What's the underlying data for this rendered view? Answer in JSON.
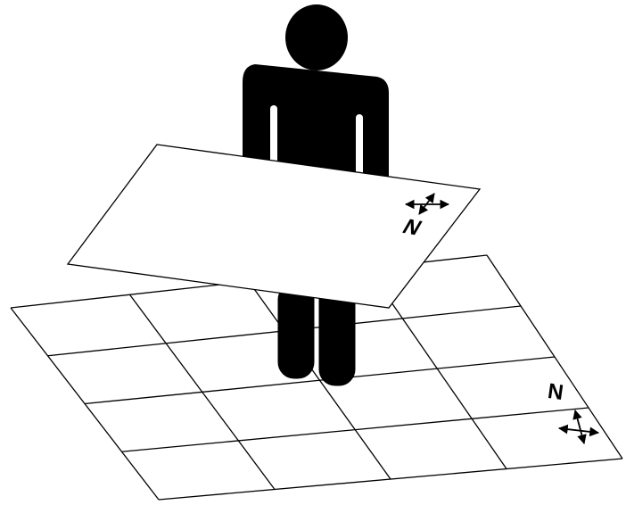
{
  "colors": {
    "ink": "#000000",
    "paper": "#ffffff",
    "background": "#ffffff"
  },
  "figure": {
    "person": {
      "icon": "standing-person-silhouette"
    },
    "held_map": {
      "north_label": "N",
      "compass_icon": "four-way-arrows-icon"
    },
    "ground_grid": {
      "rows": 4,
      "columns": 4,
      "north_label": "N",
      "compass_icon": "four-way-arrows-icon"
    }
  }
}
